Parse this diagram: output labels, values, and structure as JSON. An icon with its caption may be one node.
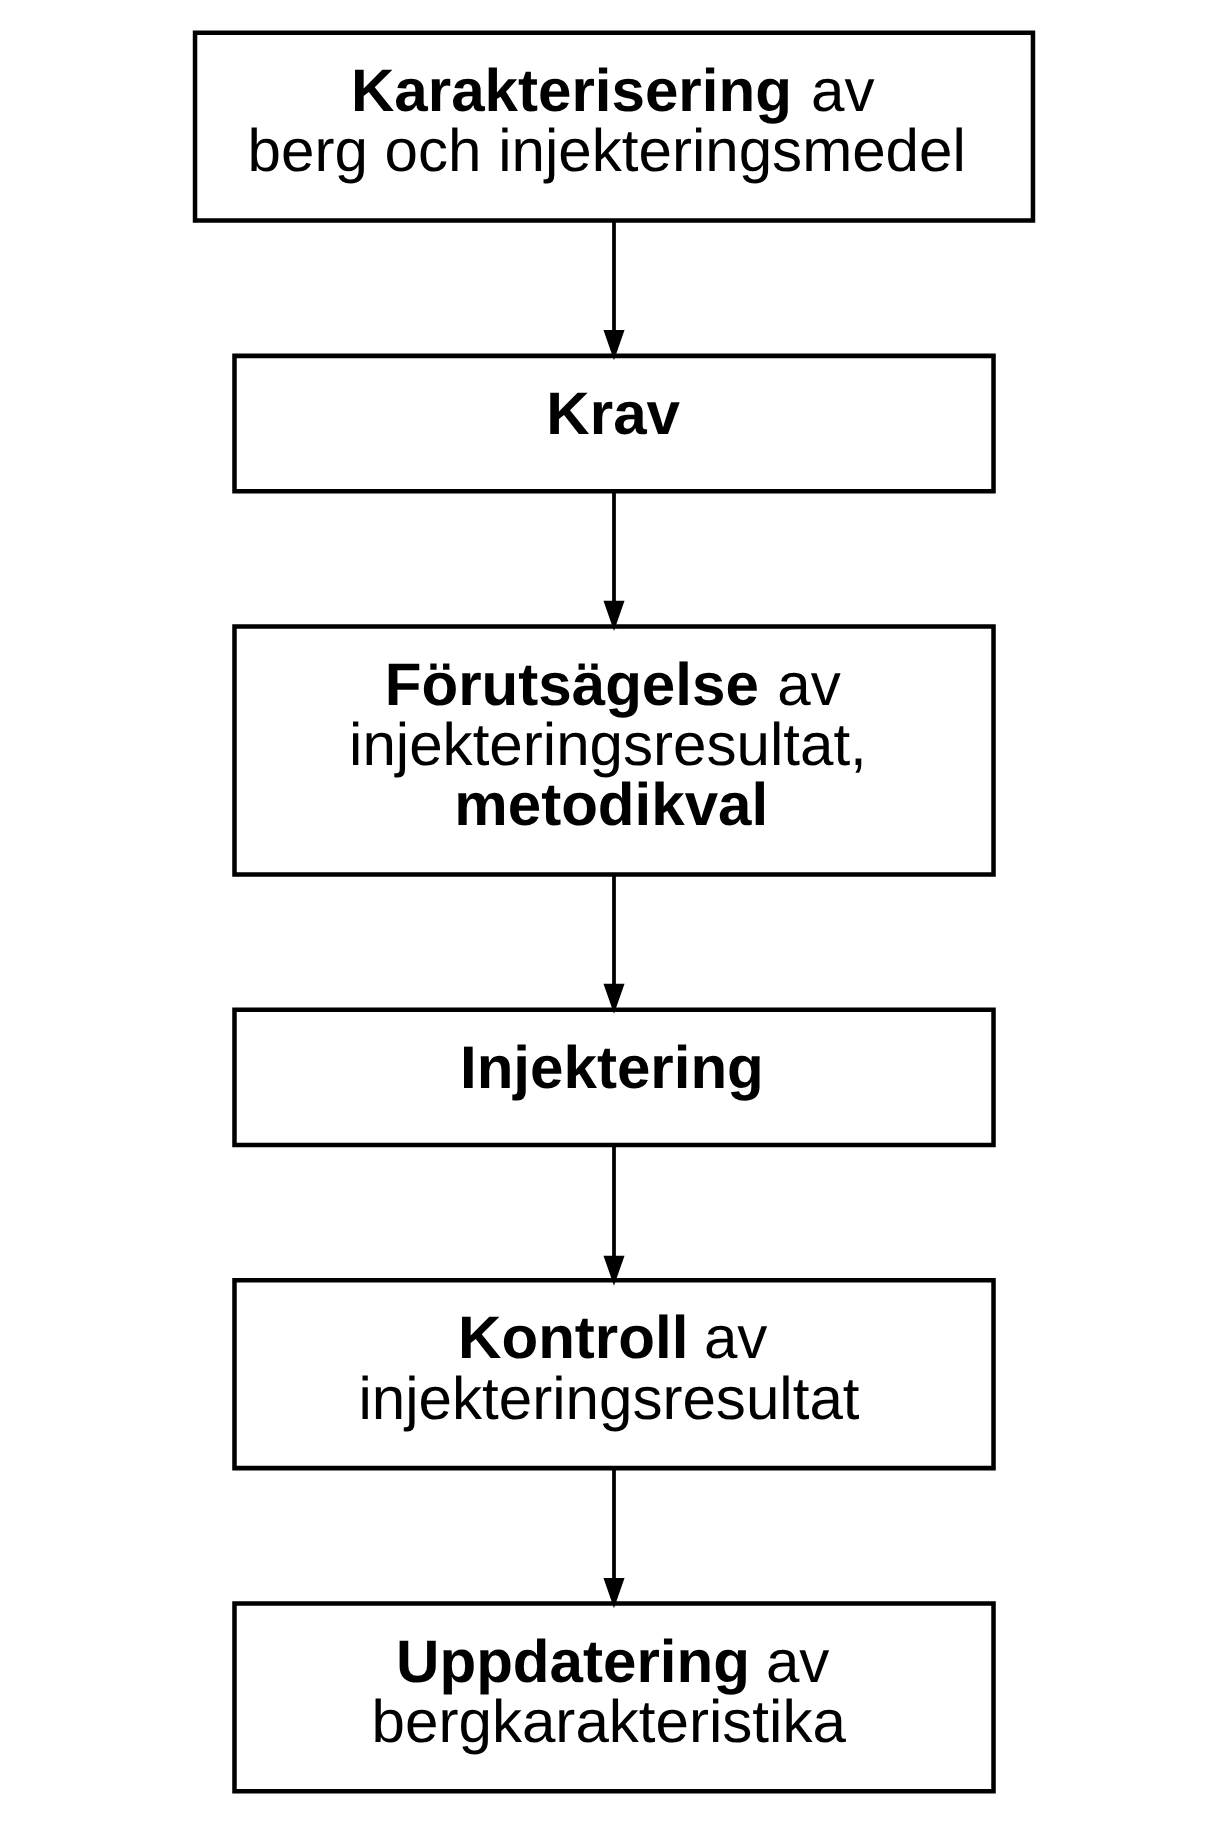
{
  "diagram": {
    "nodes": [
      {
        "text": [
          "**Karakterisering** av berg och injekteringsmedel"
        ]
      },
      {
        "text": [
          "**Krav**"
        ]
      },
      {
        "text": [
          "**Förutsägelse** av injekteringsresultat, **metodikval**"
        ]
      },
      {
        "text": [
          "**Injektering**"
        ]
      },
      {
        "text": [
          "**Kontroll** av injekteringsresultat"
        ]
      },
      {
        "text": [
          "**Uppdatering** av bergkarakteristika"
        ]
      }
    ],
    "edges": [
      {
        "from": 0,
        "to": 1,
        "arrow": "to"
      },
      {
        "from": 1,
        "to": 2,
        "arrow": "to"
      },
      {
        "from": 2,
        "to": 3,
        "arrow": "to"
      },
      {
        "from": 3,
        "to": 4,
        "arrow": "to"
      },
      {
        "from": 4,
        "to": 5,
        "arrow": "to"
      }
    ]
  }
}
